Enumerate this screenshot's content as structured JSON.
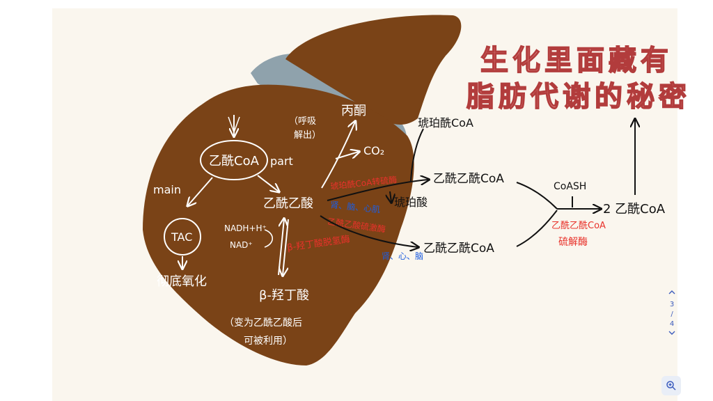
{
  "title": {
    "line1": "生化里面藏有",
    "line2": "脂肪代谢的秘密"
  },
  "nodes": {
    "acetyl_coa": "乙酰CoA",
    "acetoacetate": "乙酰乙酸",
    "tac": "TAC",
    "complete_oxidation": "彻底氧化",
    "acetone": "丙酮",
    "co2": "CO₂",
    "beta_hydroxybutyrate": "β-羟丁酸",
    "beta_note_line1": "（变为乙酰乙酸后",
    "beta_note_line2": "可被利用）",
    "nadh": "NADH+H⁺",
    "nad": "NAD⁺",
    "succinyl_coa": "琥珀酰CoA",
    "acetoacetyl_coa_1": "乙酰乙酰CoA",
    "acetoacetyl_coa_2": "乙酰乙酰CoA",
    "succinate": "琥珀酸",
    "coash": "CoASH",
    "acetyl_coa_x2": "2 乙酰CoA",
    "respiratory_note_line1": "（呼吸",
    "respiratory_note_line2": "解出）"
  },
  "labels": {
    "main": "main",
    "part": "part",
    "beta_dehydrogenase": "β-羟丁酸脱氢酶",
    "enzyme_transferase": "琥珀酰CoA转硫酶",
    "enzyme_kinase": "乙酰乙酸硫激酶",
    "organ_1": "肾、脑、心肌",
    "organ_2": "肾、心、脑",
    "thiolase_line1": "乙酰乙酰CoA",
    "thiolase_line2": "硫解酶"
  },
  "pager": {
    "current": "3",
    "sep": "/",
    "total": "4"
  },
  "colors": {
    "liver": "#7a4317",
    "gallbladder": "#8fa2ac",
    "paper": "#faf6ee",
    "ink": "#111111",
    "red": "#e8322b",
    "blue": "#1d5de0"
  }
}
